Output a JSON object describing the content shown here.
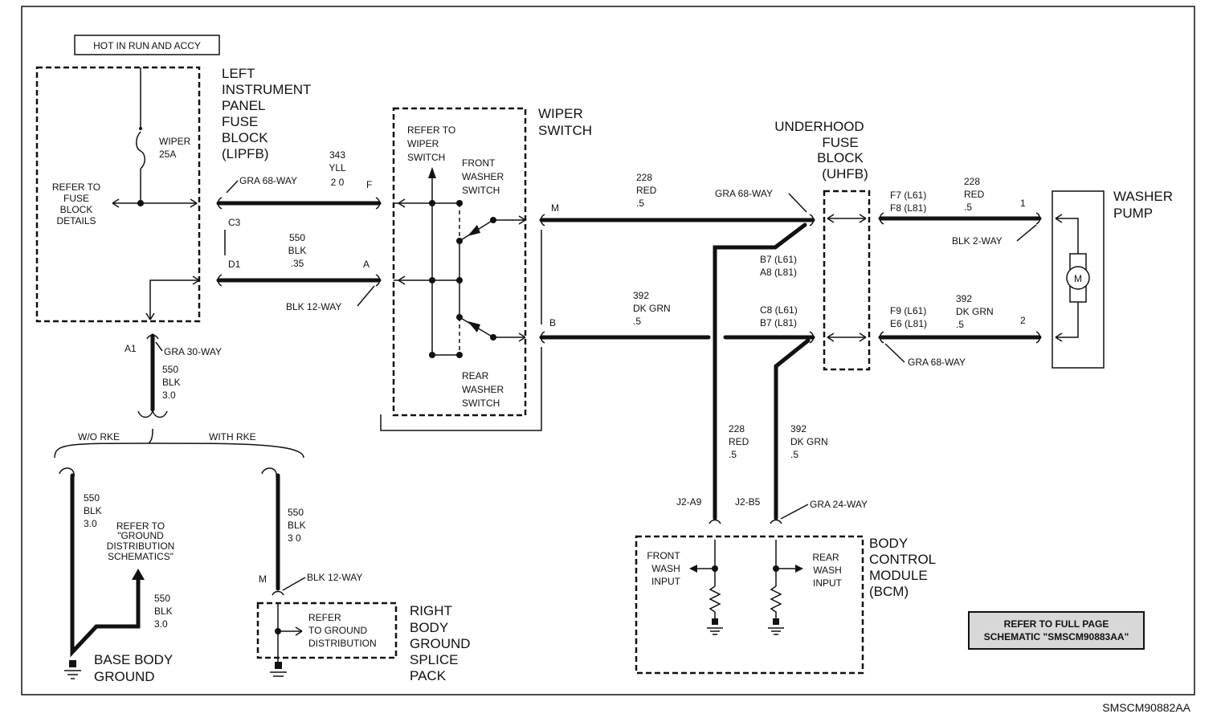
{
  "labels": {
    "hot_in_run": "HOT IN RUN AND ACCY",
    "lipfb": [
      "LEFT",
      "INSTRUMENT",
      "PANEL",
      "FUSE",
      "BLOCK",
      "(LIPFB)"
    ],
    "wiper_fuse": [
      "WIPER",
      "25A"
    ],
    "refer_fuse_details": [
      "REFER TO",
      "FUSE",
      "BLOCK",
      "DETAILS"
    ],
    "gra68_top": "GRA 68-WAY",
    "wire343": [
      "343",
      "YLL",
      "2 0"
    ],
    "pin_f": "F",
    "pin_c3": "C3",
    "wire550a": [
      "550",
      "BLK",
      ".35"
    ],
    "pin_d1": "D1",
    "pin_a": "A",
    "blk12_left": "BLK 12-WAY",
    "pin_a1": "A1",
    "gra30": "GRA 30-WAY",
    "wire550b": [
      "550",
      "BLK",
      "3.0"
    ],
    "wo_rke": "W/O RKE",
    "with_rke": "WITH RKE",
    "wire550c": [
      "550",
      "BLK",
      "3.0"
    ],
    "refer_ground": [
      "REFER TO",
      "\"GROUND",
      "DISTRIBUTION",
      "SCHEMATICS\""
    ],
    "wire550d": [
      "550",
      "BLK",
      "3.0"
    ],
    "base_body_ground": [
      "BASE BODY",
      "GROUND"
    ],
    "wire550e": [
      "550",
      "BLK",
      "3 0"
    ],
    "pin_m_ground": "M",
    "blk12_ground": "BLK 12-WAY",
    "refer_ground_dist": [
      "REFER",
      "TO GROUND",
      "DISTRIBUTION"
    ],
    "right_body_ground": [
      "RIGHT",
      "BODY",
      "GROUND",
      "SPLICE",
      "PACK"
    ],
    "wiper_switch": [
      "WIPER",
      "SWITCH"
    ],
    "refer_wiper": [
      "REFER TO",
      "WIPER",
      "SWITCH"
    ],
    "front_washer": [
      "FRONT",
      "WASHER",
      "SWITCH"
    ],
    "rear_washer": [
      "REAR",
      "WASHER",
      "SWITCH"
    ],
    "pin_m": "M",
    "pin_b": "B",
    "wire228a": [
      "228",
      "RED",
      ".5"
    ],
    "wire392a": [
      "392",
      "DK GRN",
      ".5"
    ],
    "gra68_mid": "GRA 68-WAY",
    "b7a8": [
      "B7 (L61)",
      "A8 (L81)"
    ],
    "c8b7": [
      "C8 (L61)",
      "B7 (L81)"
    ],
    "uhfb": [
      "UNDERHOOD",
      "FUSE",
      "BLOCK",
      "(UHFB)"
    ],
    "f7f8": [
      "F7 (L61)",
      "F8 (L81)"
    ],
    "f9e6": [
      "F9 (L61)",
      "E6 (L81)"
    ],
    "wire228b": [
      "228",
      "RED",
      ".5"
    ],
    "wire392b": [
      "392",
      "DK GRN",
      ".5"
    ],
    "pin_1": "1",
    "pin_2": "2",
    "blk2way": "BLK 2-WAY",
    "gra68_bottom": "GRA 68-WAY",
    "washer_pump": [
      "WASHER",
      "PUMP"
    ],
    "motor": "M",
    "wire228c": [
      "228",
      "RED",
      ".5"
    ],
    "wire392c": [
      "392",
      "DK GRN",
      ".5"
    ],
    "j2a9": "J2-A9",
    "j2b5": "J2-B5",
    "gra24": "GRA 24-WAY",
    "front_wash_input": [
      "FRONT",
      "WASH",
      "INPUT"
    ],
    "rear_wash_input": [
      "REAR",
      "WASH",
      "INPUT"
    ],
    "bcm": [
      "BODY",
      "CONTROL",
      "MODULE",
      "(BCM)"
    ],
    "refer_full_page": [
      "REFER TO FULL PAGE",
      "SCHEMATIC \"SMSCM90883AA\""
    ],
    "diagram_id": "SMSCM90882AA"
  }
}
